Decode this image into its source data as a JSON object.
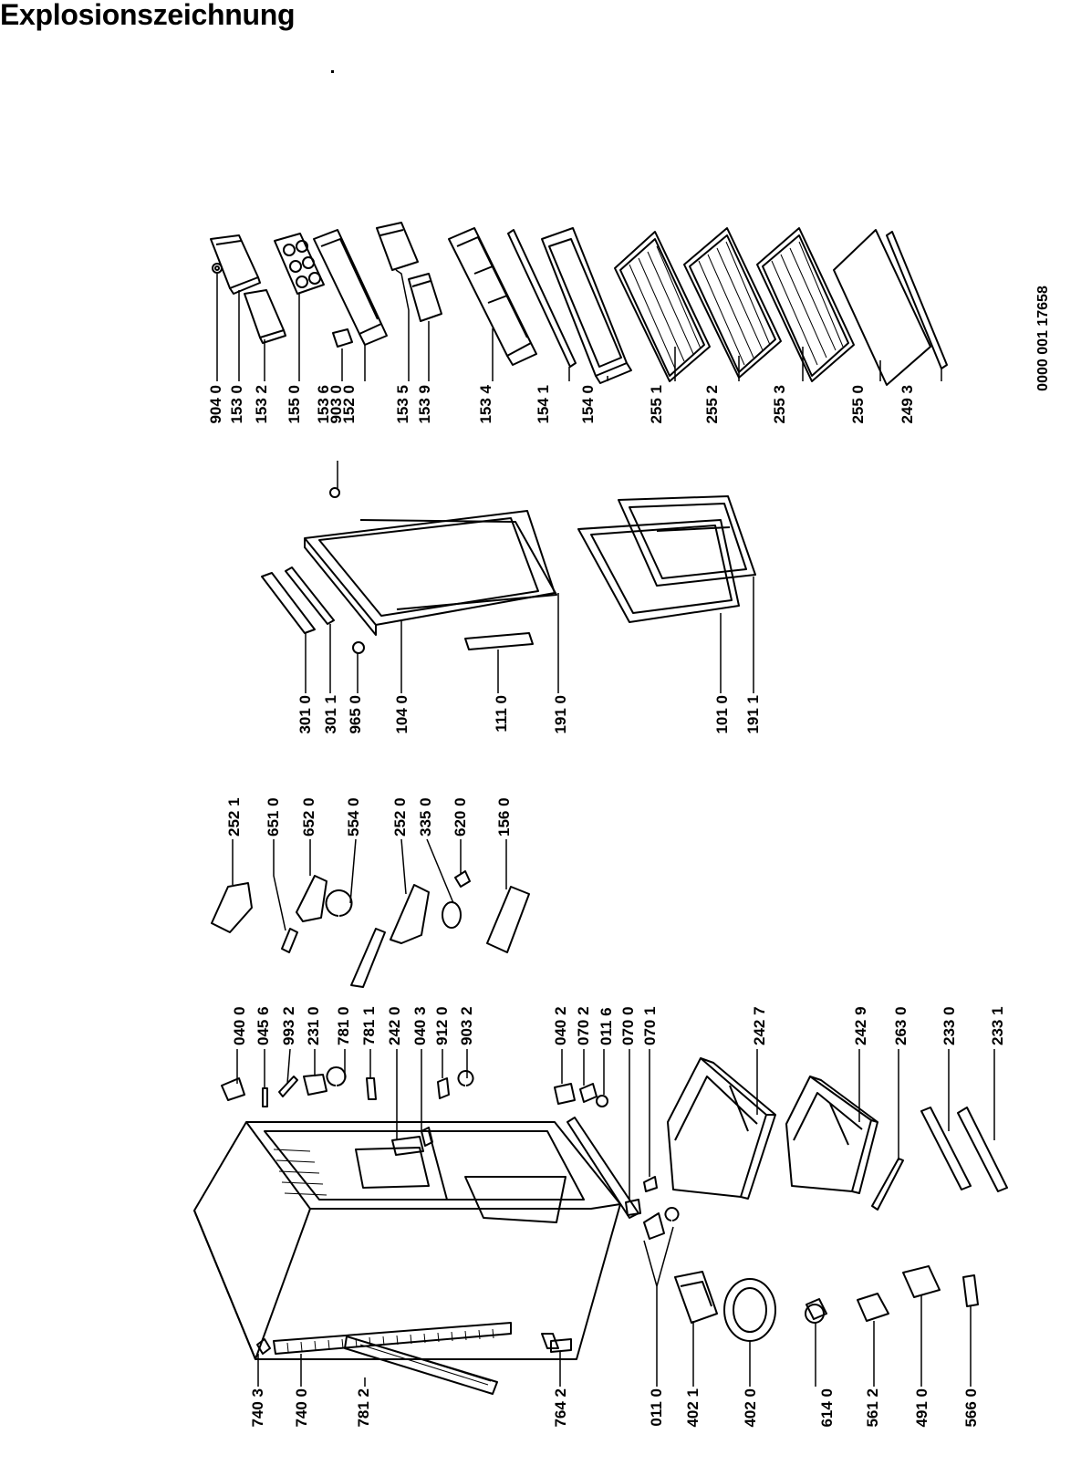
{
  "title": "Explosionszeichnung",
  "doc_number": "0000 001 17658",
  "groups": {
    "shelves_right": [
      "904 0",
      "153 0",
      "153 2",
      "155 0",
      "153 6",
      "903 0",
      "152 0",
      "153 5",
      "153 9",
      "153 4",
      "154 1",
      "154 0",
      "255 1",
      "255 2",
      "255 3",
      "255 0",
      "249 3"
    ],
    "door_parts": [
      "301 0",
      "301 1",
      "965 0",
      "104 0",
      "111 0",
      "191 0",
      "101 0",
      "191 1"
    ],
    "control_parts": [
      "252 1",
      "651 0",
      "652 0",
      "554 0",
      "252 0",
      "335 0",
      "620 0",
      "156 0"
    ],
    "cabinet_parts_top": [
      "040 0",
      "045 6",
      "993 2",
      "231 0",
      "781 0",
      "781 1",
      "242 0",
      "040 3",
      "912 0",
      "903 2"
    ],
    "cabinet_parts_mid": [
      "040 2",
      "070 2",
      "011 6",
      "070 0",
      "070 1",
      "242 7",
      "242 9",
      "263 0",
      "233 0",
      "233 1"
    ],
    "cabinet_parts_bottom": [
      "740 3",
      "740 0",
      "781 2",
      "764 2",
      "011 0",
      "402 1",
      "402 0",
      "614 0",
      "561 2",
      "491 0",
      "566 0"
    ]
  }
}
